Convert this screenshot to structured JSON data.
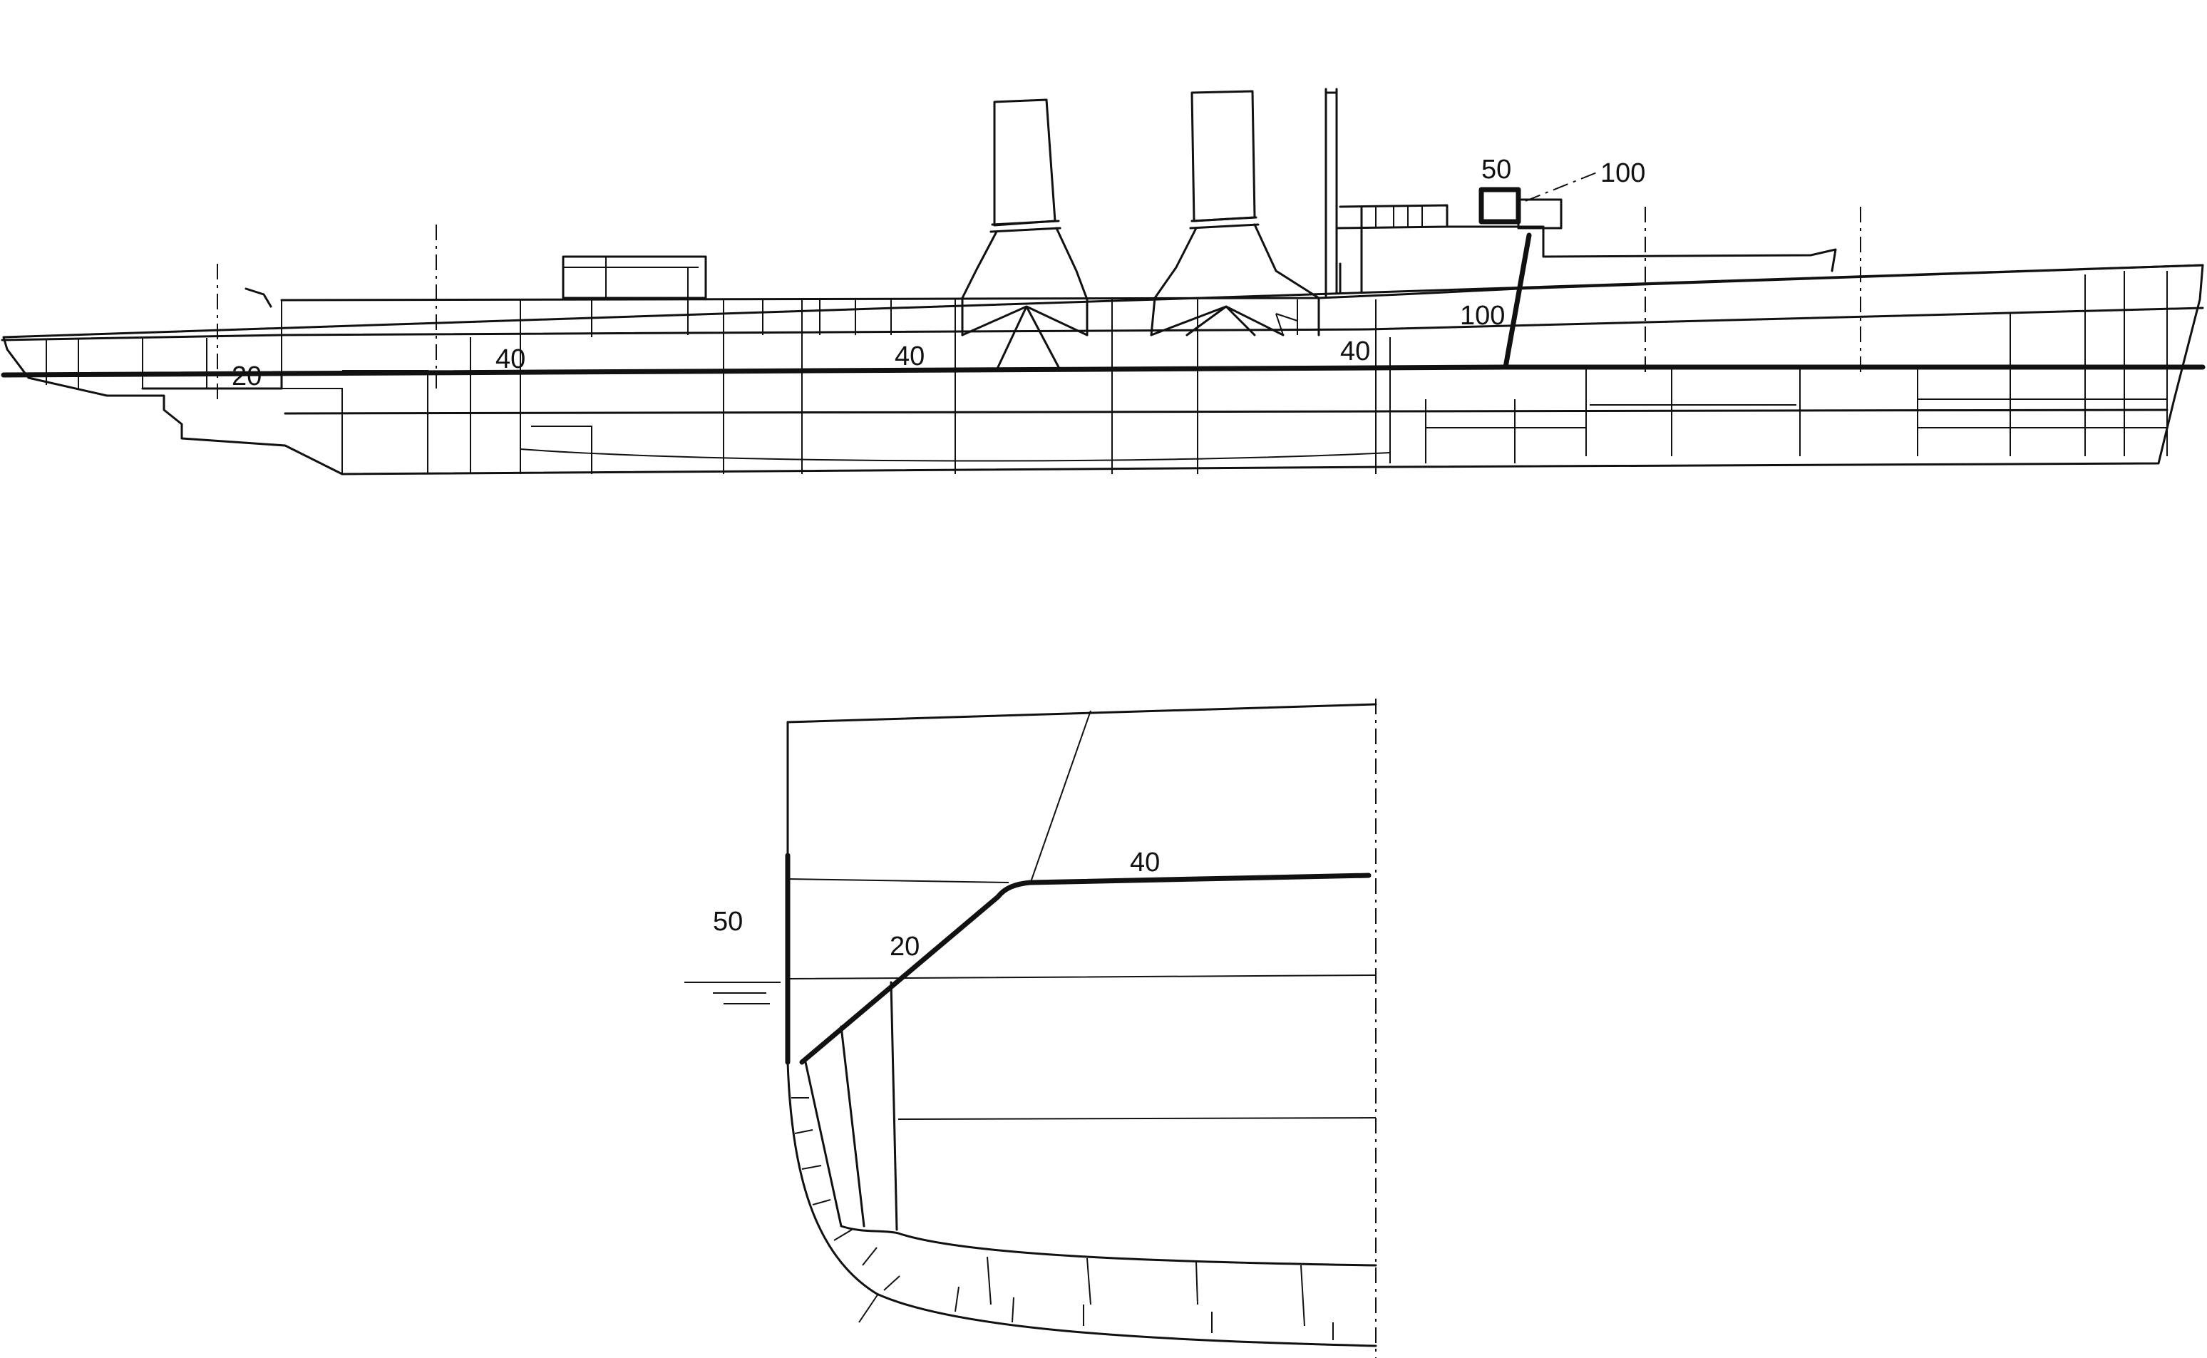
{
  "profile_view": {
    "labels": {
      "bow_deck": "20",
      "main_deck_fore": "40",
      "main_deck_mid": "40",
      "main_deck_aft": "40",
      "gun_housing": "50",
      "conning_leader": "100",
      "conning_tube": "100"
    }
  },
  "section_view": {
    "labels": {
      "upper_deck": "40",
      "slope": "20",
      "belt": "50"
    }
  },
  "colors": {
    "line": "#111111",
    "background": "#ffffff"
  }
}
